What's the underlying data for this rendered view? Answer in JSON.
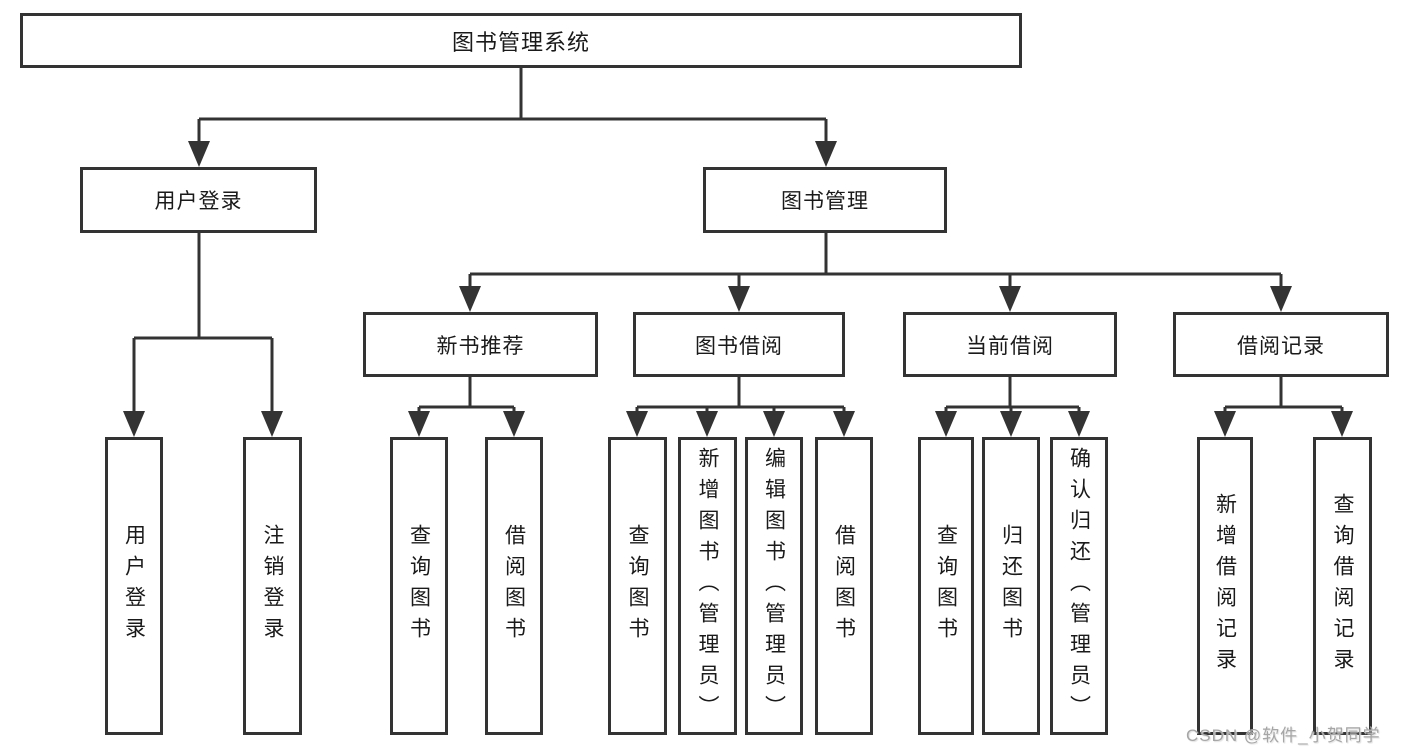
{
  "diagram": {
    "title": "图书管理系统",
    "branches": [
      {
        "label": "用户登录",
        "children": [
          {
            "label": "用户登录"
          },
          {
            "label": "注销登录"
          }
        ]
      },
      {
        "label": "图书管理",
        "children": [
          {
            "label": "新书推荐",
            "children": [
              {
                "label": "查询图书"
              },
              {
                "label": "借阅图书"
              }
            ]
          },
          {
            "label": "图书借阅",
            "children": [
              {
                "label": "查询图书"
              },
              {
                "label": "新增图书（管理员）"
              },
              {
                "label": "编辑图书（管理员）"
              },
              {
                "label": "借阅图书"
              }
            ]
          },
          {
            "label": "当前借阅",
            "children": [
              {
                "label": "查询图书"
              },
              {
                "label": "归还图书"
              },
              {
                "label": "确认归还（管理员）"
              }
            ]
          },
          {
            "label": "借阅记录",
            "children": [
              {
                "label": "新增借阅记录"
              },
              {
                "label": "查询借阅记录"
              }
            ]
          }
        ]
      }
    ]
  },
  "watermark": "CSDN @软件_小贺同学",
  "colors": {
    "line": "#333333",
    "text": "#1a1a1a",
    "watermark": "#a6a6a6",
    "background": "#ffffff"
  }
}
